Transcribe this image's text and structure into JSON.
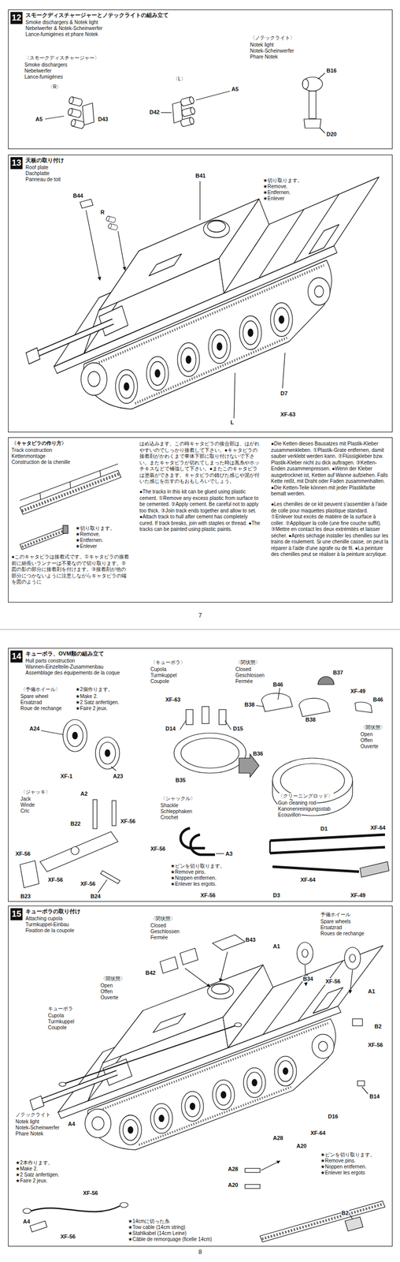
{
  "diagram": {
    "nodes": [
      {
        "text": [
          "12",
          "スモークディスチャージャーとノテックライトの組み立て",
          "Smoke dischargers & Notek light",
          "Nebelwerfer & Notek-Scheinwerfer",
          "Lance-fumigènes et phare Notek"
        ]
      },
      {
        "text": [
          "13",
          "天板の取り付け",
          "Roof plate",
          "Dachplatte",
          "Panneau de toit"
        ]
      },
      {
        "text": [
          "〈キャタピラの作り方〉",
          "Track construction",
          "Kettenmontage",
          "Construction de la chenille",
          "●このキャタピラは接着式です。①キャタピラの接着前に細長いランナーは不要なので切り取ります。②図の影の部分に接着剤を付けます。③接着剤が他の部分につかないように注意しながらキャタピラの端を図のように",
          "はめ込みます。この時キャタピラの接合部は、はがれやすいのでしっかり接着して下さい。●キャタピラの接着剤がかわくまで車体下部に取り付けないで下さい。またキャタピラが切れてしまった時は黒糸やホッチキスなどで補強して下さい。●またこのキャタピラは塗装ができます。キャタピラの錆びた感じや泥が付いた感じを出すのもおもしろいでしょう。",
          "●The tracks in this kit can be glued using plastic cement. ①Remove any excess plastic from surface to be cemented. ②Apply cement. Be careful not to apply too thick. ③Join track ends together and allow to set. ●Attach track to hull after cement has completely cured. If track breaks, join with staples or thread. ●The tracks can be painted using plastic paints.",
          "●Die Ketten dieses Bausatzes mit Plastik-Kleber zusammenkleben. ①Plastik-Grate entfernen, damit sauber verklebt werden kann. ②Flüssigkleber bzw. Plastik-Kleber nicht zu dick auftragen. ③Ketten-Enden zusammenpressen. ●Wenn der Kleber ausgetrocknet ist, Ketten auf Wanne aufziehen. Falls Kette reißt, mit Draht oder Faden zusammenhalten. ●Die Ketten-Teile können mit jeder Plastikfarbe bemalt werden.",
          "●Les chenilles de ce kit peuvent s'assembler à l'aide de colle pour maquettes plastique standard. ①Enlever tout excès de matière de la surface à coller. ②Appliquer la colle (une fine couche suffit). ③Mettre en contact les deux extrémités et laisser sécher. ●Après séchage installer les chenilles sur les trains de roulement. Si une chenille casse, on peut la réparer à l'aide d'une agrafe ou de fil. ●La peinture des chenilles peut se réaliser à la peinture acrylique."
        ]
      },
      {
        "text": [
          "14",
          "キューポラ、OVM類の組み立て",
          "Hull parts construction",
          "Wannen-Einzelteile-Zusammenbau",
          "Assemblage des équipements de la coque"
        ]
      },
      {
        "text": [
          "15",
          "キューポラの取り付け",
          "Attaching cupola",
          "Turmkuppel-Einbau",
          "Fixation de la coupole"
        ]
      }
    ],
    "labels": [
      "〈スモークディスチャージャー〉",
      "Smoke dischargers",
      "Nebelwerfer",
      "Lance-fumigènes",
      "〈R〉",
      "A5",
      "D43",
      "〈L〉",
      "D42",
      "A5",
      "〈ノテックライト〉",
      "Notek light",
      "Notek-Scheinwerfer",
      "Phare Notek",
      "B16",
      "D20",
      "B41",
      "★切り取ります。",
      "★Remove.",
      "★Entfernen.",
      "★Enlever",
      "B44",
      "R",
      "D7",
      "XF-63",
      "L",
      "★切り取ります。",
      "★Remove.",
      "★Entfernen.",
      "★Enlever",
      "7",
      "〈予備ホイール〉",
      "Spare wheel",
      "Ersatzrad",
      "Roue de rechange",
      "★2個作ります。",
      "★Make 2.",
      "★2 Satz anfertigen.",
      "★Faire 2 jeux.",
      "A24",
      "A23",
      "XF-1",
      "〈キューポラ〉",
      "Cupola",
      "Turmkuppel",
      "Coupole",
      "XF-63",
      "D14",
      "D15",
      "B35",
      "〈閉状態〉",
      "Closed",
      "Geschlossen",
      "Fermée",
      "B46",
      "B37",
      "XF-49",
      "B38",
      "B38",
      "B46",
      "〈開状態〉",
      "Open",
      "Offen",
      "Ouverte",
      "B36",
      "〈ジャッキ〉",
      "Jack",
      "Winde",
      "Cric",
      "A2",
      "B22",
      "XF-56",
      "XF-56",
      "XF-56",
      "XF-56",
      "B23",
      "B24",
      "〈シャックル〉",
      "Shackle",
      "Schlepphaken",
      "Crochet",
      "XF-56",
      "A3",
      "★ピンを切り取ります。",
      "★Remove pins.",
      "★Noppen entfernen.",
      "★Enlever les ergots.",
      "XF-56",
      "〈クリーニングロッド〉",
      "Gun cleaning rod",
      "Kanonenreinigungsstab",
      "Ecouvillon",
      "D1",
      "XF-64",
      "XF-64",
      "D3",
      "XF-49",
      "〈閉状態〉",
      "Closed",
      "Geschlossen",
      "Fermée",
      "B43",
      "B42",
      "〈開状態〉",
      "Open",
      "Offen",
      "Ouverte",
      "キューポラ",
      "Cupola",
      "Turmkuppel",
      "Coupole",
      "予備ホイール",
      "Spare wheels",
      "Ersatzrad",
      "Roues de rechange",
      "A1",
      "B34",
      "XF-56",
      "A1",
      "B2",
      "XF-56",
      "B14",
      "ノテックライト",
      "Notek light",
      "Notek-Scheinwerfer",
      "Phare Notek",
      "A4",
      "D16",
      "XF-64",
      "A28",
      "A20",
      "★ピンを切り取ります。",
      "★Remove pins.",
      "★Noppen entfernen.",
      "★Enlever les ergots",
      "★2本作ります。",
      "★Make 2.",
      "★2 Satz anfertigen.",
      "★Faire 2 jeux.",
      "XF-56",
      "A4",
      "XF-56",
      "★14cmに切った糸",
      "★Tow cable (14cm string)",
      "★Stahlkabel (14cm Leine)",
      "★Câble de remorquage (ficelle 14cm)",
      "A28",
      "A20",
      "B2",
      "8"
    ]
  }
}
